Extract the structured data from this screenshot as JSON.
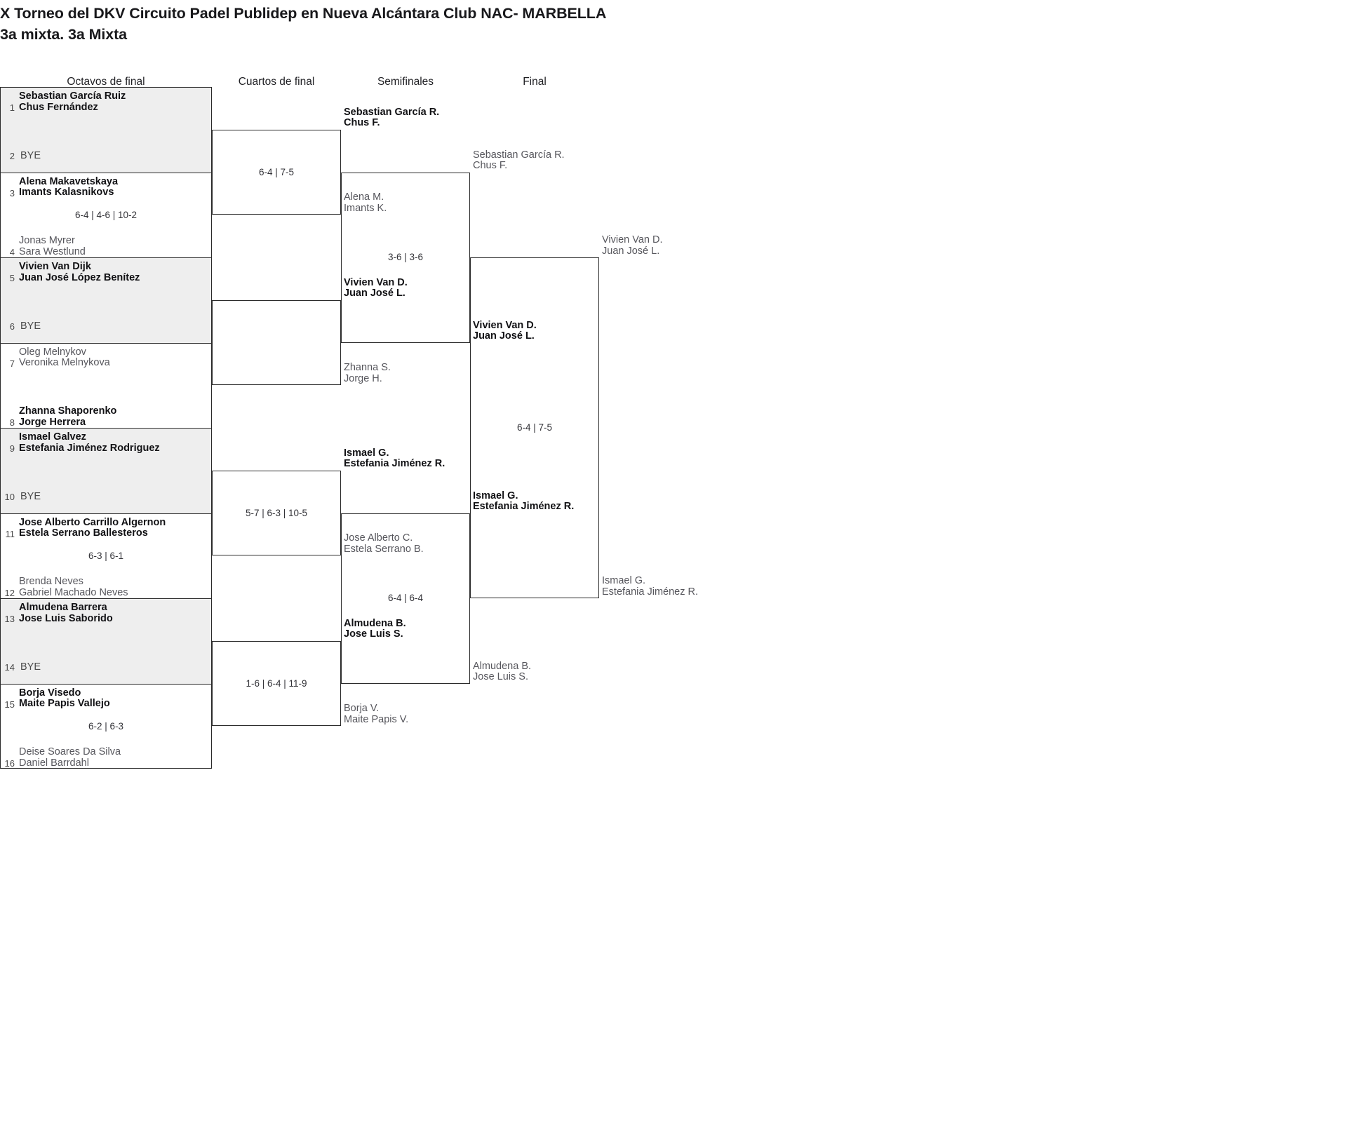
{
  "title": {
    "line1": "X Torneo del DKV Circuito Padel Publidep en Nueva Alcántara Club NAC- MARBELLA",
    "line2": "3a mixta. 3a Mixta"
  },
  "rounds": [
    {
      "label": "Octavos de final"
    },
    {
      "label": "Cuartos de final"
    },
    {
      "label": "Semifinales"
    },
    {
      "label": "Final"
    }
  ],
  "round1": [
    {
      "seed_top": "1",
      "top": {
        "p1": "Sebastian García Ruiz",
        "p2": "Chus Fernández",
        "winner": true
      },
      "seed_bottom": "2",
      "bottom": {
        "bye": "BYE"
      },
      "score": ""
    },
    {
      "seed_top": "3",
      "top": {
        "p1": "Alena Makavetskaya",
        "p2": "Imants Kalasnikovs",
        "winner": true
      },
      "seed_bottom": "4",
      "bottom": {
        "p1": "Jonas Myrer",
        "p2": "Sara Westlund",
        "winner": false
      },
      "score": "6-4 | 4-6 | 10-2"
    },
    {
      "seed_top": "5",
      "top": {
        "p1": "Vivien Van Dijk",
        "p2": "Juan José López Benítez",
        "winner": true
      },
      "seed_bottom": "6",
      "bottom": {
        "bye": "BYE"
      },
      "score": ""
    },
    {
      "seed_top": "7",
      "top": {
        "p1": "Oleg Melnykov",
        "p2": "Veronika Melnykova",
        "winner": false
      },
      "seed_bottom": "8",
      "bottom": {
        "p1": "Zhanna Shaporenko",
        "p2": "Jorge Herrera",
        "winner": true
      },
      "score": ""
    },
    {
      "seed_top": "9",
      "top": {
        "p1": "Ismael Galvez",
        "p2": "Estefania Jiménez Rodriguez",
        "winner": true
      },
      "seed_bottom": "10",
      "bottom": {
        "bye": "BYE"
      },
      "score": ""
    },
    {
      "seed_top": "11",
      "top": {
        "p1": "Jose Alberto Carrillo Algernon",
        "p2": "Estela Serrano Ballesteros",
        "winner": true
      },
      "seed_bottom": "12",
      "bottom": {
        "p1": "Brenda Neves",
        "p2": "Gabriel Machado Neves",
        "winner": false
      },
      "score": "6-3 | 6-1"
    },
    {
      "seed_top": "13",
      "top": {
        "p1": "Almudena Barrera",
        "p2": "Jose Luis Saborido",
        "winner": true
      },
      "seed_bottom": "14",
      "bottom": {
        "bye": "BYE"
      },
      "score": ""
    },
    {
      "seed_top": "15",
      "top": {
        "p1": "Borja Visedo",
        "p2": "Maite Papis Vallejo",
        "winner": true
      },
      "seed_bottom": "16",
      "bottom": {
        "p1": "Deise Soares Da Silva",
        "p2": "Daniel Barrdahl",
        "winner": false
      },
      "score": "6-2 | 6-3"
    }
  ],
  "round2": [
    {
      "top": {
        "p1": "Sebastian García R.",
        "p2": "Chus F.",
        "winner": true
      },
      "bottom": {
        "p1": "Alena M.",
        "p2": "Imants K.",
        "winner": false
      },
      "score": "6-4 | 7-5"
    },
    {
      "top": {
        "p1": "Vivien Van D.",
        "p2": "Juan José L.",
        "winner": true
      },
      "bottom": {
        "p1": "Zhanna S.",
        "p2": "Jorge H.",
        "winner": false
      },
      "score": ""
    },
    {
      "top": {
        "p1": "Ismael G.",
        "p2": "Estefania Jiménez R.",
        "winner": true
      },
      "bottom": {
        "p1": "Jose Alberto C.",
        "p2": "Estela Serrano B.",
        "winner": false
      },
      "score": "5-7 | 6-3 | 10-5"
    },
    {
      "top": {
        "p1": "Almudena B.",
        "p2": "Jose Luis S.",
        "winner": true
      },
      "bottom": {
        "p1": "Borja V.",
        "p2": "Maite Papis V.",
        "winner": false
      },
      "score": "1-6 | 6-4 | 11-9"
    }
  ],
  "round3": [
    {
      "top": {
        "p1": "Sebastian García R.",
        "p2": "Chus F.",
        "winner": false
      },
      "bottom": {
        "p1": "Vivien Van D.",
        "p2": "Juan José L.",
        "winner": true
      },
      "score": "3-6 | 3-6"
    },
    {
      "top": {
        "p1": "Ismael G.",
        "p2": "Estefania Jiménez R.",
        "winner": true
      },
      "bottom": {
        "p1": "Almudena B.",
        "p2": "Jose Luis S.",
        "winner": false
      },
      "score": "6-4 | 6-4"
    }
  ],
  "round4": [
    {
      "top": {
        "p1": "Vivien Van D.",
        "p2": "Juan José L.",
        "winner": false
      },
      "bottom": {
        "p1": "Ismael G.",
        "p2": "Estefania Jiménez R.",
        "winner": false
      },
      "score": "6-4 | 7-5"
    }
  ],
  "colors": {
    "shaded_row": "#eeeeee",
    "border": "#2a2a2a",
    "winner_text": "#111114",
    "loser_text": "#56565c"
  }
}
